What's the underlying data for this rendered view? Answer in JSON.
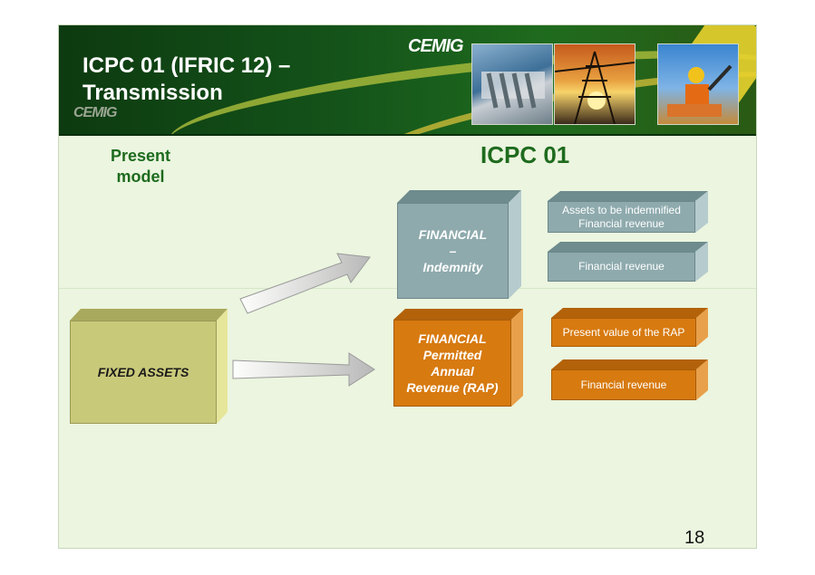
{
  "header": {
    "title_line1": "ICPC 01 (IFRIC 12) –",
    "title_line2": "Transmission",
    "logo_text": "CEMIG",
    "logo_small_text": "CEMIG"
  },
  "columns": {
    "present_line1": "Present",
    "present_line2": "model",
    "icpc": "ICPC  01"
  },
  "diagram": {
    "fixed_assets": "FIXED ASSETS",
    "financial_indemnity": {
      "line1": "FINANCIAL",
      "line2": "–",
      "line3": "Indemnity"
    },
    "financial_rap": {
      "line1": "FINANCIAL",
      "line2": "Permitted",
      "line3": "Annual",
      "line4": "Revenue (RAP)"
    },
    "results": {
      "assets_indemnified_line1": "Assets to be indemnified",
      "assets_indemnified_line2": "Financial revenue",
      "financial_revenue_1": "Financial revenue",
      "present_value_rap": "Present value of the RAP",
      "financial_revenue_2": "Financial revenue"
    }
  },
  "footer": {
    "page_number": "18"
  },
  "colors": {
    "header_green": "#14531a",
    "heading_green": "#1e6b1e",
    "slide_bg": "#ebf5df",
    "fixed_assets": "#c9c97a",
    "teal": "#8eaaad",
    "orange": "#d77a10"
  }
}
